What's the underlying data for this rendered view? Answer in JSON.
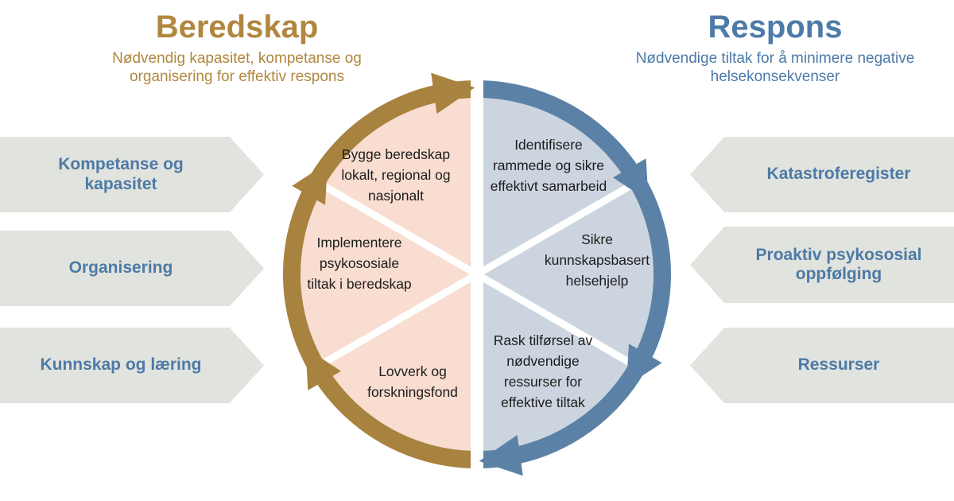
{
  "beredskap": {
    "title": "Beredskap",
    "subtitle": "Nødvendig kapasitet, kompetanse og organisering for effektiv respons",
    "arrows": [
      "Kompetanse og kapasitet",
      "Organisering",
      "Kunnskap og læring"
    ]
  },
  "respons": {
    "title": "Respons",
    "subtitle": "Nødvendige tiltak for å minimere negative helsekonsekvenser",
    "arrows": [
      "Katastroferegister",
      "Proaktiv psykososial oppfølging",
      "Ressurser"
    ]
  },
  "cycle": {
    "beredskap_segments": [
      {
        "lines": [
          "Bygge beredskap",
          "lokalt, regional og",
          "nasjonalt"
        ]
      },
      {
        "lines": [
          "Implementere",
          "psykososiale",
          "tiltak i beredskap"
        ]
      },
      {
        "lines": [
          "Lovverk og",
          "forskningsfond"
        ]
      }
    ],
    "respons_segments": [
      {
        "lines": [
          "Identifisere",
          "rammede og sikre",
          "effektivt  samarbeid"
        ]
      },
      {
        "lines": [
          "Sikre",
          "kunnskapsbasert",
          "helsehjelp"
        ]
      },
      {
        "lines": [
          "Rask tilførsel av",
          "nødvendige",
          "ressurser for",
          "effektive tiltak"
        ]
      }
    ]
  },
  "colors": {
    "beredskap_accent": "#a8823f",
    "beredskap_fill": "#f8ddd0",
    "beredskap_text": "#b1873e",
    "respons_accent": "#5b82a6",
    "respons_fill": "#ccd5df",
    "respons_text": "#4d7ba8",
    "side_arrow_fill": "#e1e3de",
    "side_arrow_text": "#4d7aa6",
    "segment_text": "#1c1c1c"
  }
}
